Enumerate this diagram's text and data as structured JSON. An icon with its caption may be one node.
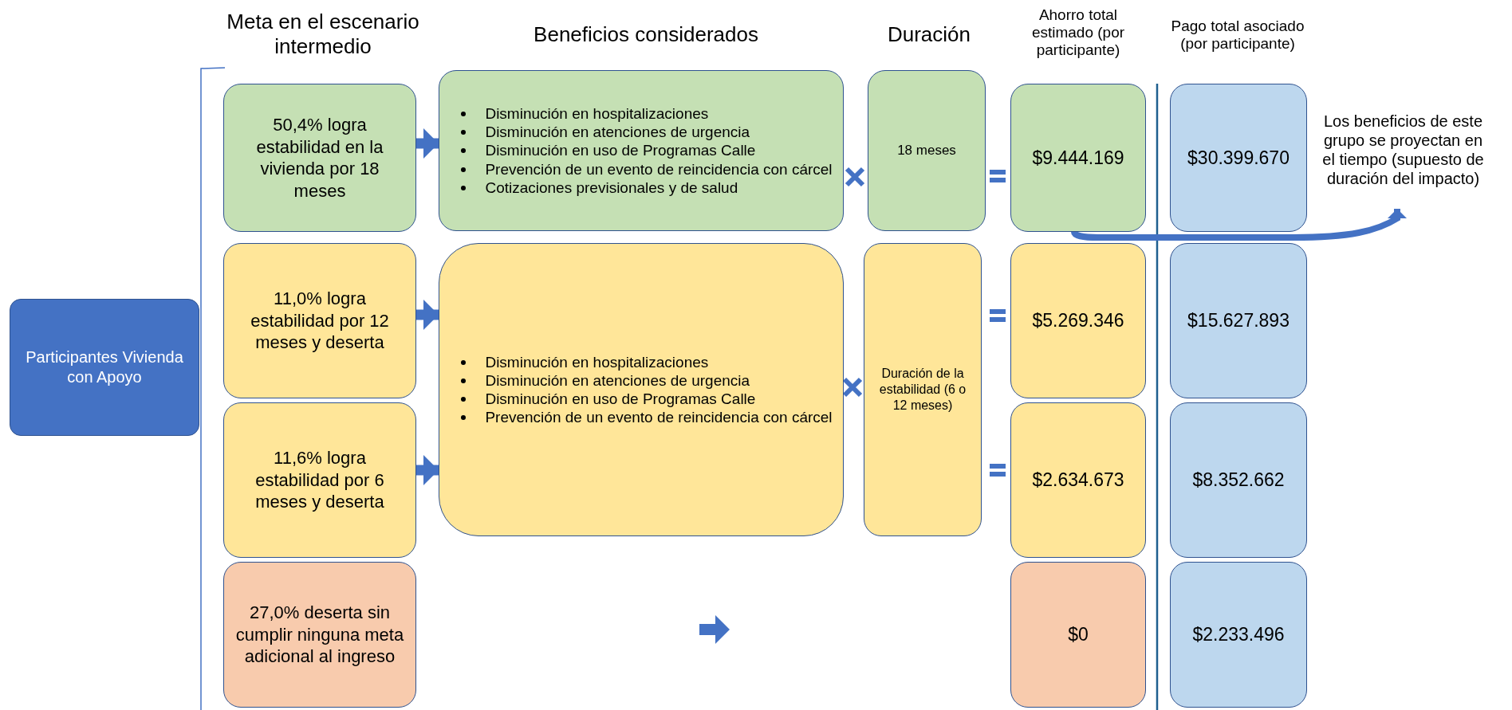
{
  "diagram": {
    "nodes": [
      {
        "text": [
          "Participantes Vivienda con Apoyo"
        ]
      },
      {
        "text": [
          "50,4% logra estabilidad en la vivienda por 18 meses"
        ]
      },
      {
        "text": [
          "11,0% logra estabilidad por 12 meses y deserta"
        ]
      },
      {
        "text": [
          "11,6% logra estabilidad por 6 meses y deserta"
        ]
      },
      {
        "text": [
          "27,0% deserta sin cumplir ninguna meta adicional al ingreso"
        ]
      },
      {
        "text": [
          "Disminución en hospitalizaciones",
          "Disminución en atenciones de urgencia",
          "Disminución en uso de Programas Calle",
          "Prevención de un evento de reincidencia con cárcel",
          "Cotizaciones previsionales y de salud"
        ]
      },
      {
        "text": [
          "Disminución en hospitalizaciones",
          "Disminución en atenciones de urgencia",
          "Disminución en uso de Programas Calle",
          "Prevención de un evento de reincidencia con cárcel"
        ]
      },
      {
        "text": [
          "18 meses"
        ]
      },
      {
        "text": [
          "Duración de la estabilidad (6 o 12 meses)"
        ]
      },
      {
        "text": [
          "$9.444.169"
        ]
      },
      {
        "text": [
          "$5.269.346"
        ]
      },
      {
        "text": [
          "$2.634.673"
        ]
      },
      {
        "text": [
          "$0"
        ]
      },
      {
        "text": [
          "$30.399.670"
        ]
      },
      {
        "text": [
          "$15.627.893"
        ]
      },
      {
        "text": [
          "$8.352.662"
        ]
      },
      {
        "text": [
          "$2.233.496"
        ]
      },
      {
        "text": [
          "Los beneficios de este grupo se proyectan en el tiempo (supuesto de duración del impacto)"
        ]
      }
    ],
    "edges": [
      {
        "from": 1,
        "to": 5,
        "arrow": "to"
      },
      {
        "from": 2,
        "to": 6,
        "arrow": "to"
      },
      {
        "from": 3,
        "to": 6,
        "arrow": "to"
      },
      {
        "from": 9,
        "to": 17,
        "arrow": "to"
      }
    ],
    "labels": [
      "Meta en el escenario intermedio",
      "Beneficios considerados",
      "Duración",
      "Ahorro total estimado (por participante)",
      "Pago total asociado (por participante)"
    ]
  }
}
